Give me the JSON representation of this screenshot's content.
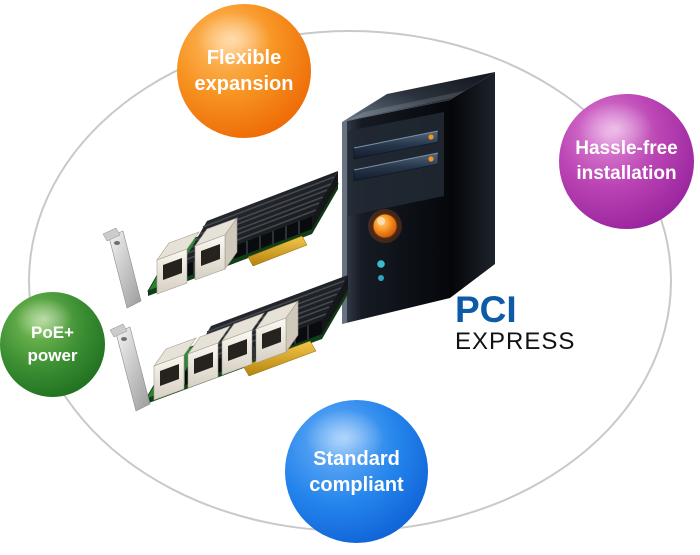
{
  "bubbles": {
    "flexible": {
      "line1": "Flexible",
      "line2": "expansion",
      "color": "#f47b20"
    },
    "hassle": {
      "line1": "Hassle-free",
      "line2": "installation",
      "color": "#a82ca6"
    },
    "poe": {
      "line1": "PoE+",
      "line2": "power",
      "color": "#1e7a21"
    },
    "standard": {
      "line1": "Standard",
      "line2": "compliant",
      "color": "#1268dd"
    }
  },
  "logo": {
    "pci": "PCI",
    "express": "EXPRESS",
    "pci_color": "#0d5ba6",
    "express_color": "#121212"
  },
  "ring": {
    "color": "#c9c9c9"
  },
  "icons": {
    "pc_tower": "pc-tower-illustration",
    "nic_dual_port": "dual-port-ethernet-card-illustration",
    "nic_quad_port": "quad-port-ethernet-card-illustration"
  }
}
